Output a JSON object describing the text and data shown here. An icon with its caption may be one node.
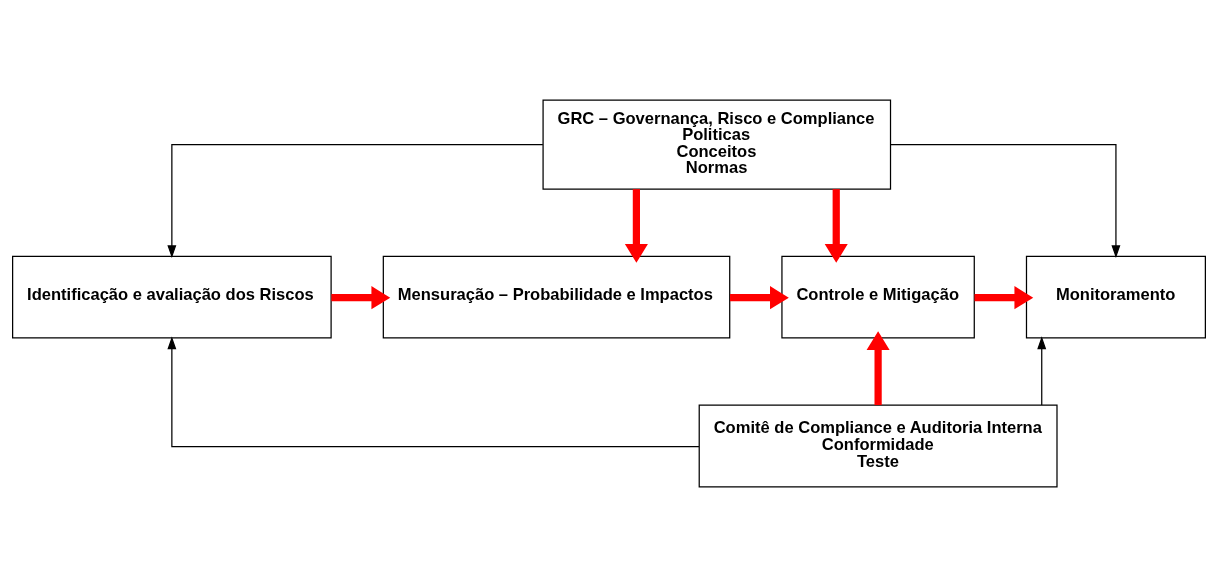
{
  "diagram": {
    "nodes": [
      {
        "text": [
          "GRC – Governança, Risco e Compliance",
          "Politicas",
          "Conceitos",
          "Normas"
        ]
      },
      {
        "text": [
          "Identificação e avaliação dos Riscos"
        ]
      },
      {
        "text": [
          "Mensuração – Probabilidade e Impactos"
        ]
      },
      {
        "text": [
          "Controle e Mitigação"
        ]
      },
      {
        "text": [
          "Monitoramento"
        ]
      },
      {
        "text": [
          "Comitê de Compliance e Auditoria Interna",
          "Conformidade",
          "Teste"
        ]
      }
    ],
    "edges": [
      {
        "from": 0,
        "to": 1,
        "arrow": "to",
        "color": "#000000"
      },
      {
        "from": 0,
        "to": 2,
        "arrow": "to"
      },
      {
        "from": 0,
        "to": 3,
        "arrow": "to"
      },
      {
        "from": 0,
        "to": 4,
        "arrow": "to",
        "color": "#000000"
      },
      {
        "from": 1,
        "to": 2,
        "arrow": "to"
      },
      {
        "from": 2,
        "to": 3,
        "arrow": "to"
      },
      {
        "from": 3,
        "to": 4,
        "arrow": "to"
      },
      {
        "from": 5,
        "to": 3,
        "arrow": "to"
      },
      {
        "from": 5,
        "to": 1,
        "arrow": "to",
        "color": "#000000"
      },
      {
        "from": 5,
        "to": 4,
        "arrow": "to",
        "color": "#000000"
      }
    ]
  }
}
